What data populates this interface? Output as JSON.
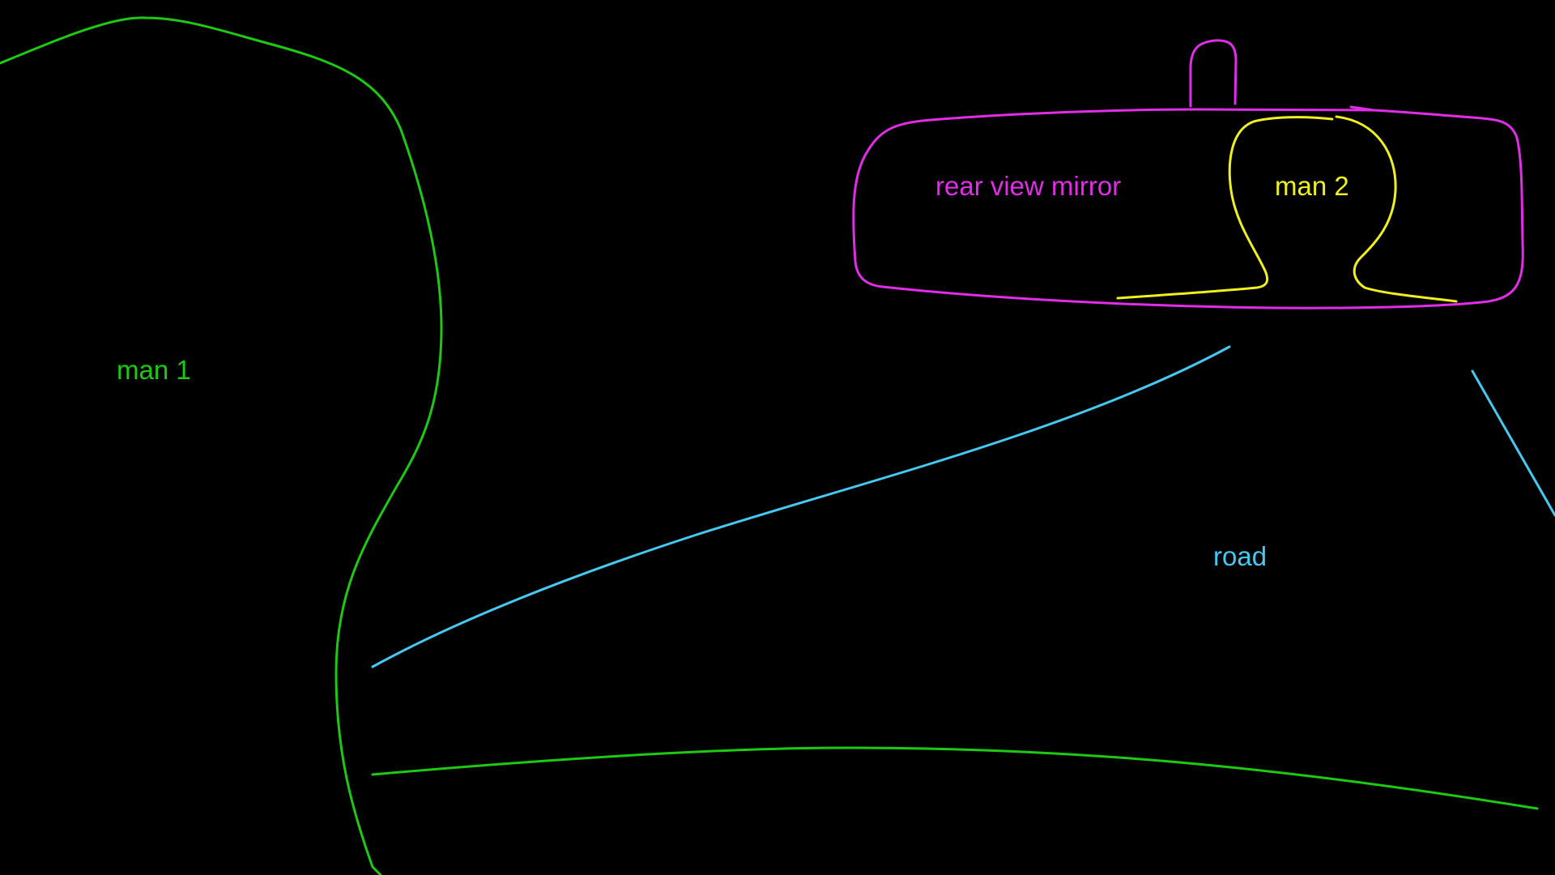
{
  "labels": {
    "man_1": "man 1",
    "man_2": "man 2",
    "mirror": "rear view mirror",
    "road": "road"
  },
  "colors": {
    "background": "#000000",
    "man_1": "#1ec814",
    "man_2": "#f0f020",
    "mirror": "#e02ee6",
    "road": "#46c8f0"
  }
}
